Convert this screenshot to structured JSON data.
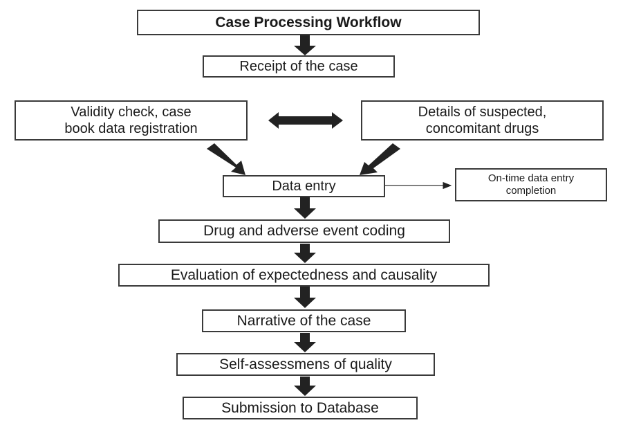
{
  "diagram": {
    "title": "Case Processing Workflow",
    "nodes": {
      "receipt": "Receipt of the case",
      "validity": "Validity check, case book data registration",
      "validity_lines": [
        "Validity check, case",
        "book data registration"
      ],
      "details": "Details of suspected, concomitant drugs",
      "details_lines": [
        "Details of suspected,",
        "concomitant drugs"
      ],
      "data_entry": "Data entry",
      "ontime": "On-time data entry completion",
      "ontime_lines": [
        "On-time data entry",
        "completion"
      ],
      "coding": "Drug and adverse event coding",
      "evaluation": "Evaluation of expectedness and causality",
      "narrative": "Narrative of the case",
      "self_assessment": "Self-assessmens of quality",
      "submission": "Submission to Database"
    },
    "edges": [
      {
        "from": "title",
        "to": "receipt",
        "style": "block-arrow"
      },
      {
        "from": "validity",
        "to": "details",
        "style": "double-block-arrow"
      },
      {
        "from": "validity",
        "to": "data_entry",
        "style": "block-arrow"
      },
      {
        "from": "details",
        "to": "data_entry",
        "style": "block-arrow"
      },
      {
        "from": "data_entry",
        "to": "ontime",
        "style": "thin-arrow"
      },
      {
        "from": "data_entry",
        "to": "coding",
        "style": "block-arrow"
      },
      {
        "from": "coding",
        "to": "evaluation",
        "style": "block-arrow"
      },
      {
        "from": "evaluation",
        "to": "narrative",
        "style": "block-arrow"
      },
      {
        "from": "narrative",
        "to": "self_assessment",
        "style": "block-arrow"
      },
      {
        "from": "self_assessment",
        "to": "submission",
        "style": "block-arrow"
      }
    ]
  }
}
